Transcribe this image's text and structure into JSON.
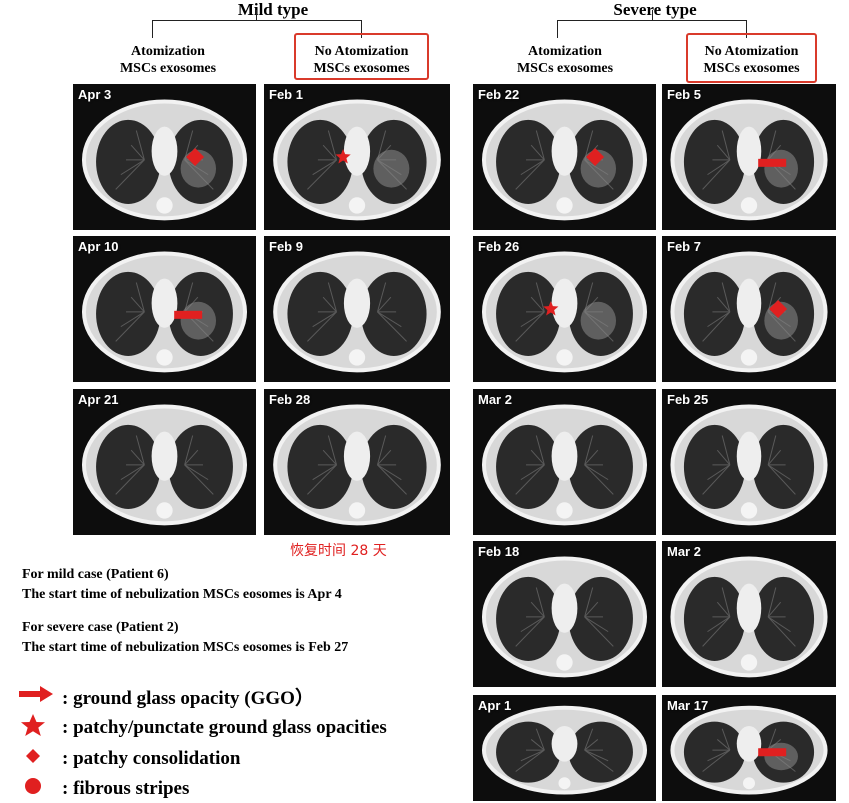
{
  "mild": {
    "title": "Mild type",
    "columns": [
      {
        "line1": "Atomization",
        "line2": "MSCs exosomes"
      },
      {
        "line1": "No Atomization",
        "line2": "MSCs exosomes"
      }
    ],
    "scans": [
      {
        "date": "Apr 3",
        "marker": "diamond"
      },
      {
        "date": "Feb 1",
        "marker": "star"
      },
      {
        "date": "Apr 10",
        "marker": "arrow"
      },
      {
        "date": "Feb 9",
        "marker": "none"
      },
      {
        "date": "Apr 21",
        "marker": "none"
      },
      {
        "date": "Feb 28",
        "marker": "none"
      }
    ],
    "recovery_note": "恢复时间 28 天"
  },
  "severe": {
    "title": "Severe type",
    "columns": [
      {
        "line1": "Atomization",
        "line2": "MSCs exosomes"
      },
      {
        "line1": "No Atomization",
        "line2": "MSCs exosomes"
      }
    ],
    "scans": [
      {
        "date": "Feb 22",
        "marker": "diamond"
      },
      {
        "date": "Feb 5",
        "marker": "arrow"
      },
      {
        "date": "Feb 26",
        "marker": "star"
      },
      {
        "date": "Feb 7",
        "marker": "diamond"
      },
      {
        "date": "Mar 2",
        "marker": "none"
      },
      {
        "date": "Feb 25",
        "marker": "none"
      },
      {
        "date": "Feb 18",
        "marker": "none"
      },
      {
        "date": "Mar 2",
        "marker": "none"
      },
      {
        "date": "Apr 1",
        "marker": "none"
      },
      {
        "date": "Mar 17",
        "marker": "arrow"
      }
    ]
  },
  "notes": {
    "mild_line1": "For mild case (Patient 6)",
    "mild_line2": "The start time of nebulization MSCs eosomes is Apr 4",
    "severe_line1": "For severe case (Patient 2)",
    "severe_line2": "The start time of nebulization MSCs eosomes is Feb 27"
  },
  "legend": [
    {
      "symbol": "arrow-icon",
      "text": ": ground glass opacity (GGO）"
    },
    {
      "symbol": "star-icon",
      "text": ": patchy/punctate ground glass opacities"
    },
    {
      "symbol": "diamond-icon",
      "text": ": patchy consolidation"
    },
    {
      "symbol": "circle-icon",
      "text": ": fibrous stripes"
    }
  ],
  "colors": {
    "accent": "#e02020",
    "box": "#d93a2b"
  }
}
